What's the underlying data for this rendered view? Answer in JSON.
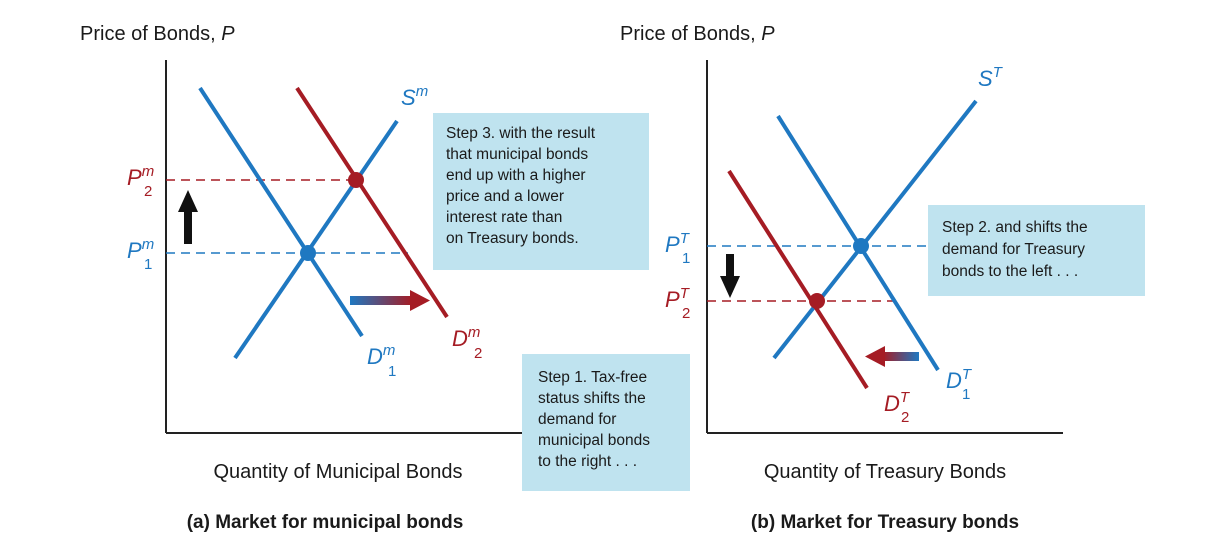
{
  "colors": {
    "blue": "#1f78c1",
    "red": "#a51c24",
    "box": "#bfe3ef",
    "axis": "#222222",
    "text": "#1a1a1a"
  },
  "panel_a": {
    "y_axis_title": "Price of Bonds, ",
    "y_axis_var": "P",
    "x_axis_title": "Quantity of Municipal Bonds",
    "caption": "(a) Market for municipal bonds",
    "p2_base": "P",
    "p2_sup": "m",
    "p2_sub": "2",
    "p1_base": "P",
    "p1_sup": "m",
    "p1_sub": "1",
    "supply_base": "S",
    "supply_sup": "m",
    "d1_base": "D",
    "d1_sup": "m",
    "d1_sub": "1",
    "d2_base": "D",
    "d2_sup": "m",
    "d2_sub": "2",
    "step3_lines": [
      "Step 3. with the result",
      "that municipal bonds",
      "end up with a higher",
      "price and a lower",
      "interest rate than",
      "on Treasury bonds."
    ],
    "step1_lines": [
      "Step 1. Tax-free",
      "status shifts the",
      "demand for",
      "municipal bonds",
      "to the right . . ."
    ]
  },
  "panel_b": {
    "y_axis_title": "Price of Bonds, ",
    "y_axis_var": "P",
    "x_axis_title": "Quantity of Treasury Bonds",
    "caption": "(b) Market for Treasury bonds",
    "p1_base": "P",
    "p1_sup": "T",
    "p1_sub": "1",
    "p2_base": "P",
    "p2_sup": "T",
    "p2_sub": "2",
    "supply_base": "S",
    "supply_sup": "T",
    "d1_base": "D",
    "d1_sup": "T",
    "d1_sub": "1",
    "d2_base": "D",
    "d2_sup": "T",
    "d2_sub": "2",
    "step2_lines": [
      "Step 2. and shifts the",
      "demand for Treasury",
      "bonds to the left . . ."
    ]
  }
}
